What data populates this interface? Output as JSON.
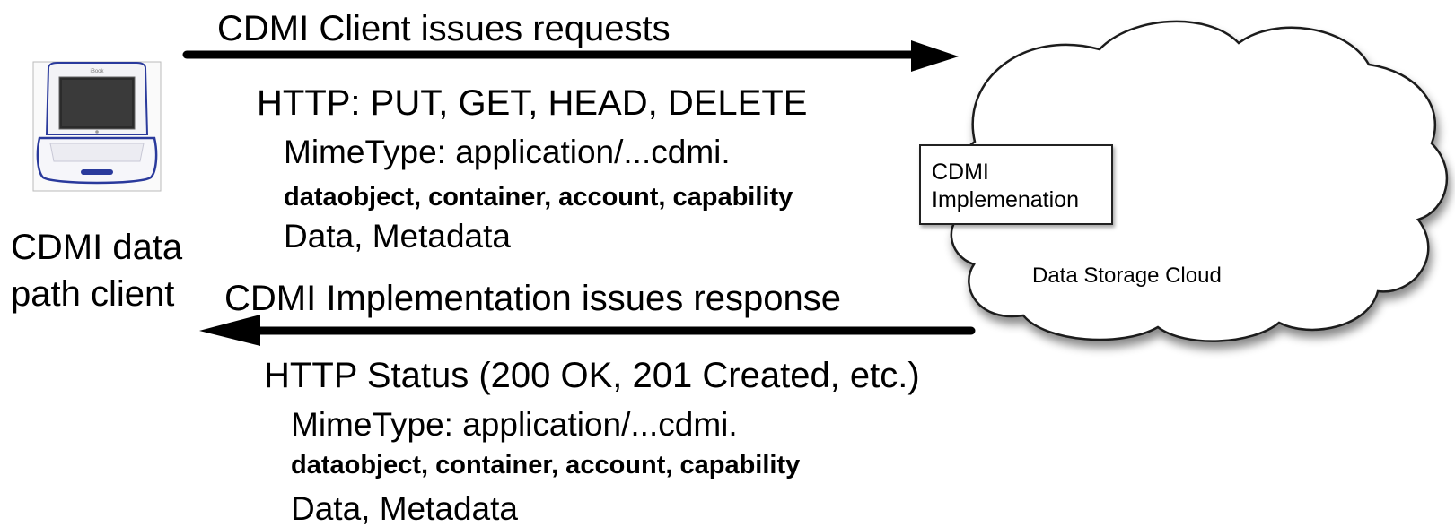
{
  "request": {
    "title": "CDMI Client issues requests",
    "methods": "HTTP: PUT, GET, HEAD, DELETE",
    "mimetype": "MimeType: application/...cdmi.",
    "types": "dataobject, container, account, capability",
    "payload": "Data, Metadata"
  },
  "response": {
    "title": "CDMI Implementation issues response",
    "status": "HTTP Status (200 OK, 201 Created, etc.)",
    "mimetype": "MimeType: application/...cdmi.",
    "types": "dataobject, container, account, capability",
    "payload": "Data, Metadata"
  },
  "client": {
    "line1": "CDMI data",
    "line2": "path client",
    "icon": "laptop-icon"
  },
  "cloud": {
    "label": "Data Storage Cloud",
    "impl_line1": "CDMI",
    "impl_line2": "Implemenation"
  },
  "colors": {
    "arrow": "#000000",
    "cloud_fill": "#ffffff",
    "laptop_accent": "#2a3a9c"
  }
}
